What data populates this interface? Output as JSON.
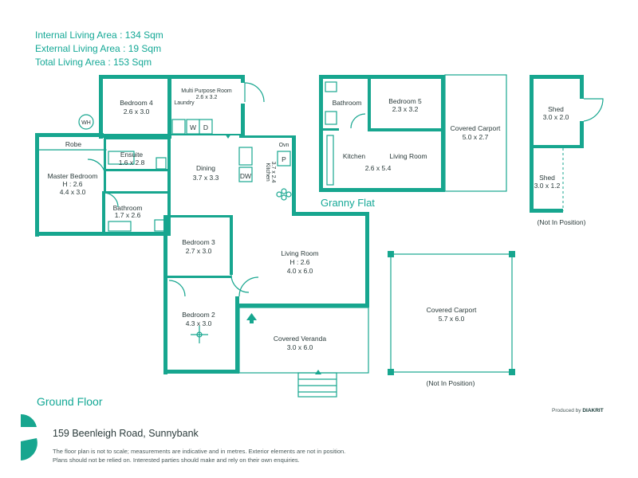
{
  "areas": {
    "internal": "Internal Living Area : 134 Sqm",
    "external": "External Living Area : 19 Sqm",
    "total": "Total Living Area : 153 Sqm"
  },
  "rooms": {
    "bedroom4": {
      "name": "Bedroom 4",
      "size": "2.6 x 3.0"
    },
    "multi_purpose": {
      "name": "Multi Purpose Room",
      "size": "2.6 x 3.2"
    },
    "laundry": "Laundry",
    "wh": "WH",
    "robe": "Robe",
    "ensuite": {
      "name": "Ensuite",
      "size": "1.6 x 2.8"
    },
    "master": {
      "name": "Master Bedroom",
      "height": "H : 2.6",
      "size": "4.4 x 3.0"
    },
    "bathroom": {
      "name": "Bathroom",
      "size": "1.7 x 2.6"
    },
    "dining": {
      "name": "Dining",
      "size": "3.7 x 3.3"
    },
    "kitchen": {
      "name": "Kitchen",
      "size": "3.7 x 2.4"
    },
    "dw": "DW",
    "ovn": "Ovn",
    "p": "P",
    "w": "W",
    "d": "D",
    "bedroom3": {
      "name": "Bedroom 3",
      "size": "2.7 x 3.0"
    },
    "living": {
      "name": "Living Room",
      "height": "H : 2.6",
      "size": "4.0 x 6.0"
    },
    "bedroom2": {
      "name": "Bedroom 2",
      "size": "4.3 x 3.0"
    },
    "veranda": {
      "name": "Covered Veranda",
      "size": "3.0 x 6.0"
    }
  },
  "granny": {
    "title": "Granny Flat",
    "bathroom": "Bathroom",
    "bedroom5": {
      "name": "Bedroom 5",
      "size": "2.3 x 3.2"
    },
    "carport": {
      "name": "Covered Carport",
      "size": "5.0 x 2.7"
    },
    "kitchen": "Kitchen",
    "living": {
      "name": "Living Room",
      "size": "2.6 x 5.4"
    }
  },
  "sheds": {
    "shed1": {
      "name": "Shed",
      "size": "3.0 x 2.0"
    },
    "shed2": {
      "name": "Shed",
      "size": "3.0 x 1.2"
    },
    "note": "(Not In Position)"
  },
  "carport2": {
    "name": "Covered Carport",
    "size": "5.7 x 6.0",
    "note": "(Not In Position)"
  },
  "footer": {
    "floor": "Ground Floor",
    "address": "159 Beenleigh Road, Sunnybank",
    "disclaimer1": "The floor plan is not to scale; measurements are indicative and in metres. Exterior elements are not in position.",
    "disclaimer2": "Plans should not be relied on. Interested parties should make and rely on their own enquiries.",
    "produced_by": "Produced by",
    "producer": "DIAKRIT"
  },
  "colors": {
    "accent": "#17a68f"
  }
}
